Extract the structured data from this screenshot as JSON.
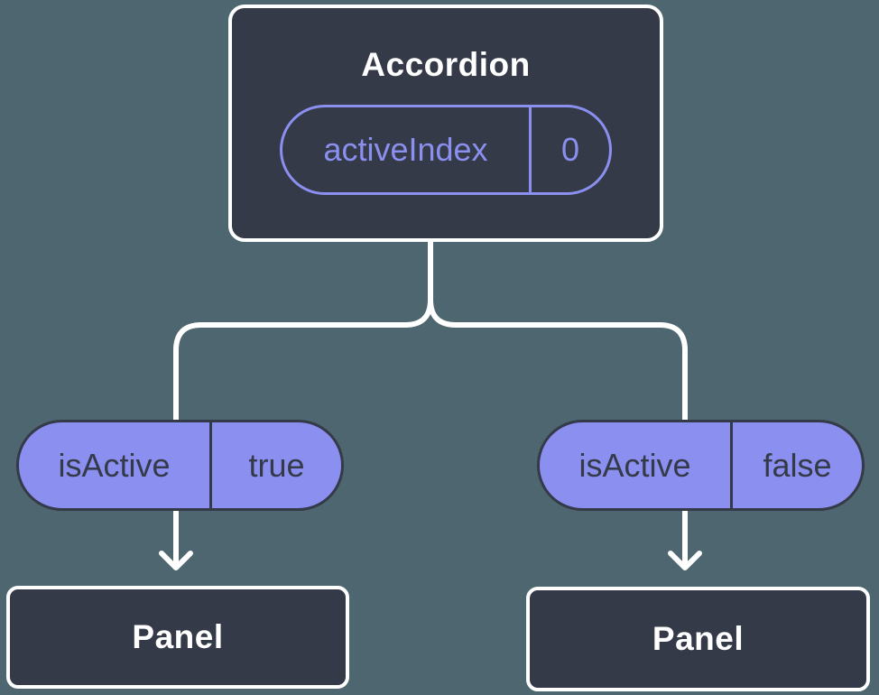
{
  "colors": {
    "background": "#4d6670",
    "node_fill": "#343a47",
    "node_border": "#ffffff",
    "accent": "#8a8ff0",
    "pill_text_dark": "#343a47",
    "connector": "#ffffff",
    "title_text": "#ffffff"
  },
  "diagram": {
    "type": "component-tree",
    "root": {
      "title": "Accordion",
      "prop": {
        "name": "activeIndex",
        "value": "0"
      }
    },
    "children": [
      {
        "prop": {
          "name": "isActive",
          "value": "true"
        },
        "node": {
          "title": "Panel"
        }
      },
      {
        "prop": {
          "name": "isActive",
          "value": "false"
        },
        "node": {
          "title": "Panel"
        }
      }
    ]
  }
}
